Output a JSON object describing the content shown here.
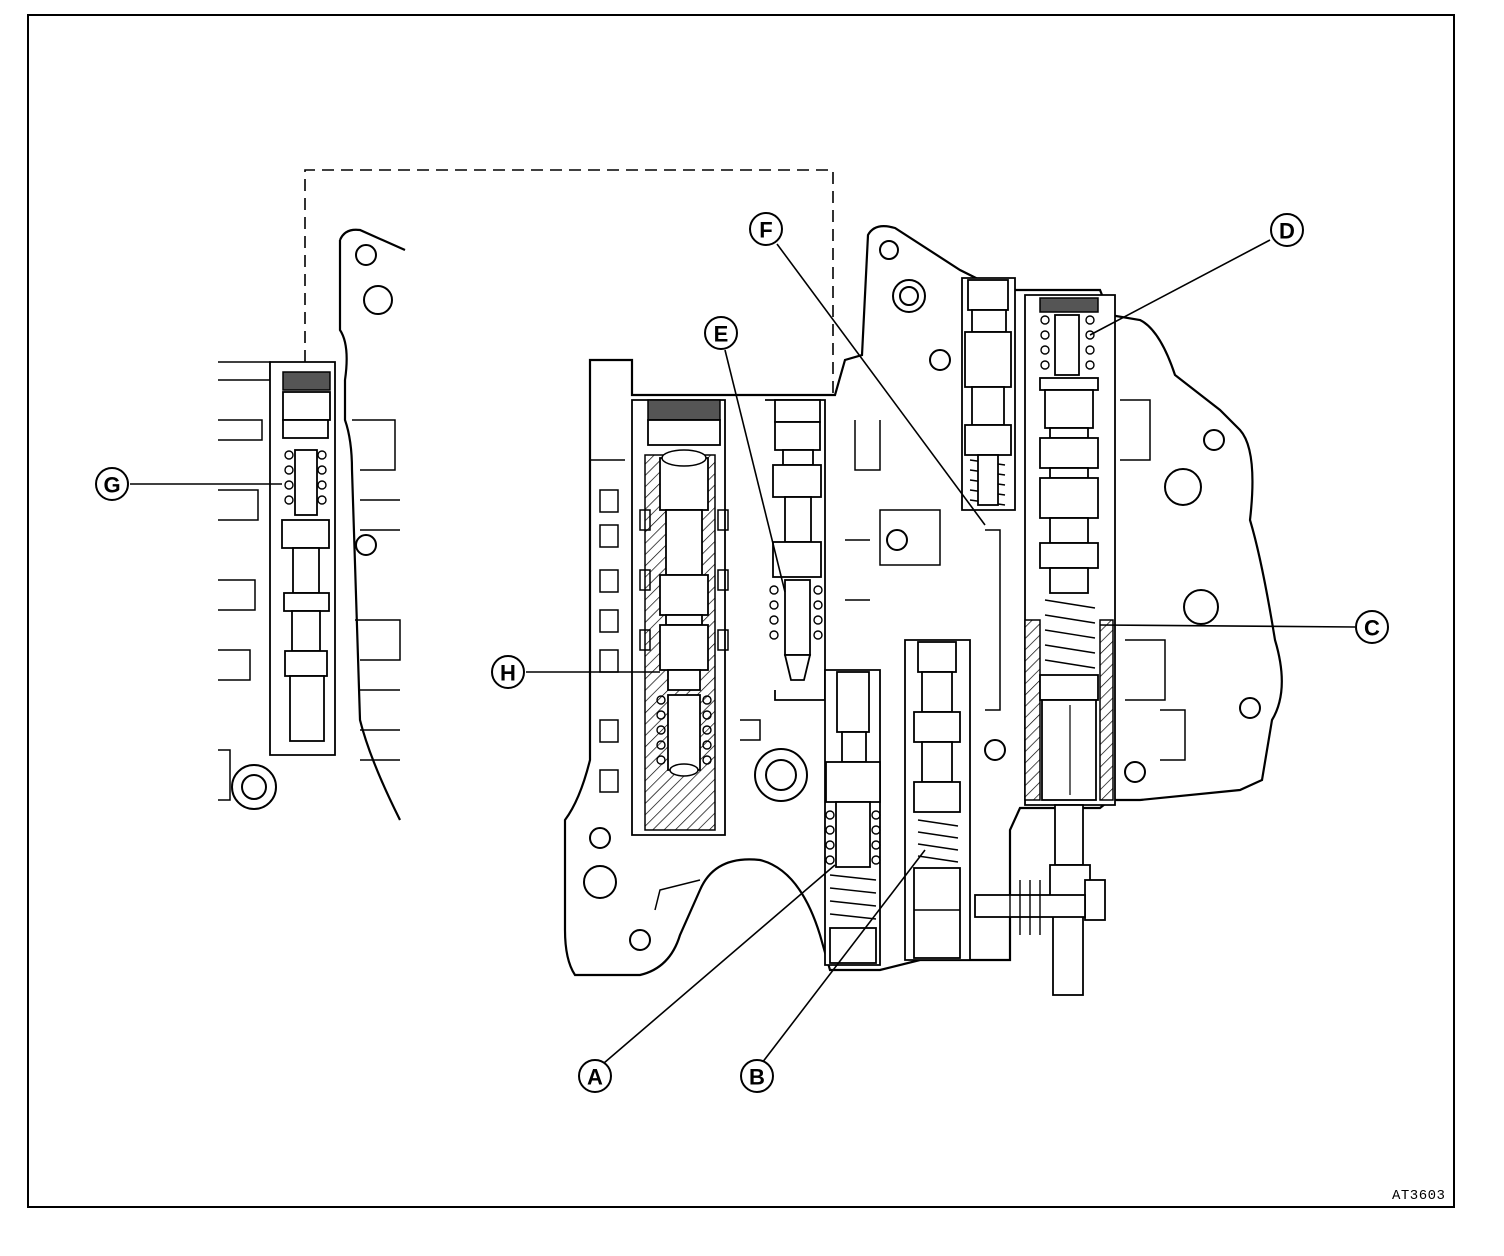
{
  "diagram": {
    "reference_code": "AT3603",
    "callouts": [
      {
        "id": "A",
        "label": "A"
      },
      {
        "id": "B",
        "label": "B"
      },
      {
        "id": "C",
        "label": "C"
      },
      {
        "id": "D",
        "label": "D"
      },
      {
        "id": "E",
        "label": "E"
      },
      {
        "id": "F",
        "label": "F"
      },
      {
        "id": "G",
        "label": "G"
      },
      {
        "id": "H",
        "label": "H"
      }
    ]
  }
}
